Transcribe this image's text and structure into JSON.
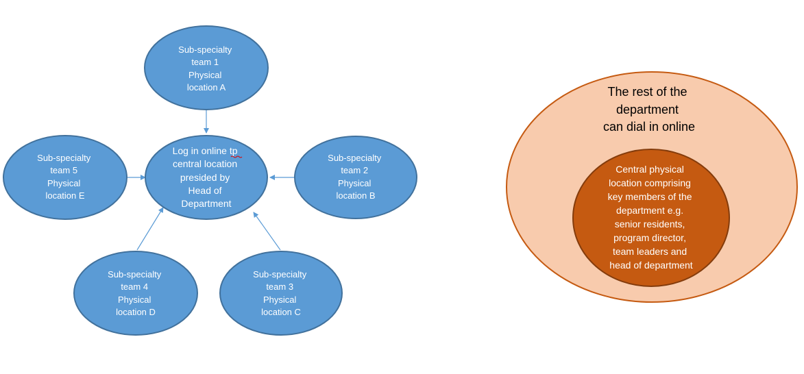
{
  "left_diagram": {
    "center": {
      "lines": [
        "Log in online tp",
        "central location",
        "presided by",
        "Head of",
        "Department"
      ]
    },
    "teams": [
      {
        "lines": [
          "Sub-specialty",
          "team 1",
          "Physical",
          "location A"
        ]
      },
      {
        "lines": [
          "Sub-specialty",
          "team 2",
          "Physical",
          "location B"
        ]
      },
      {
        "lines": [
          "Sub-specialty",
          "team 3",
          "Physical",
          "location C"
        ]
      },
      {
        "lines": [
          "Sub-specialty",
          "team 4",
          "Physical",
          "location D"
        ]
      },
      {
        "lines": [
          "Sub-specialty",
          "team 5",
          "Physical",
          "location E"
        ]
      }
    ]
  },
  "right_diagram": {
    "outer": {
      "lines": [
        "The rest of the",
        "department",
        "can dial in online"
      ]
    },
    "inner": {
      "lines": [
        "Central physical",
        "location comprising",
        "key members of the",
        "department e.g.",
        "senior residents,",
        "program director,",
        "team leaders and",
        "head of department"
      ]
    }
  },
  "colors": {
    "node_fill": "#5b9bd5",
    "node_stroke": "#41719c",
    "outer_fill": "#f8cbad",
    "inner_fill": "#c55a11"
  }
}
